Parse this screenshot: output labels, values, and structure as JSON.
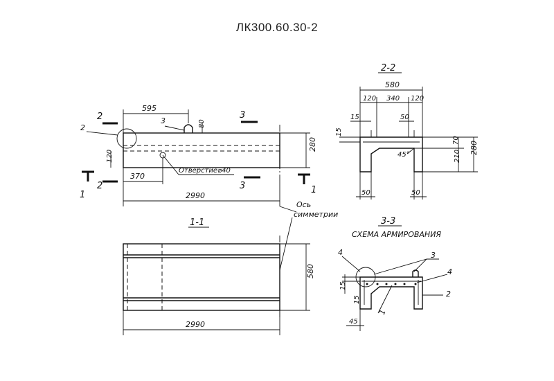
{
  "title": "ЛК300.60.30-2",
  "labels": {
    "section_1_1": "1-1",
    "section_2_2": "2-2",
    "section_3_3": "3-3",
    "reinforcement_scheme": "СХЕМА АРМИРОВАНИЯ",
    "axis_of_symmetry_1": "Ось",
    "axis_of_symmetry_2": "симметрии",
    "hole": "Отверстие⌀40",
    "cut_2": "2",
    "cut_3": "3",
    "cut_1": "1",
    "pos_1": "1",
    "pos_2": "2",
    "pos_3": "3",
    "pos_4": "4"
  },
  "dimensions": {
    "d595": "595",
    "d80": "80",
    "d120_left": "120",
    "d280_front": "280",
    "d370": "370",
    "d2990_front": "2990",
    "d580_plan": "580",
    "d2990_plan": "2990",
    "d580_top": "580",
    "d120_a": "120",
    "d340": "340",
    "d120_b": "120",
    "d15_a": "15",
    "d50_top": "50",
    "d15_b": "15",
    "d70": "70",
    "d210": "210",
    "d280_side": "280",
    "d45deg": "45°",
    "d50_bl": "50",
    "d50_br": "50",
    "d15_s3": "15",
    "d15_s3b": "15",
    "d45_bottom": "45"
  }
}
